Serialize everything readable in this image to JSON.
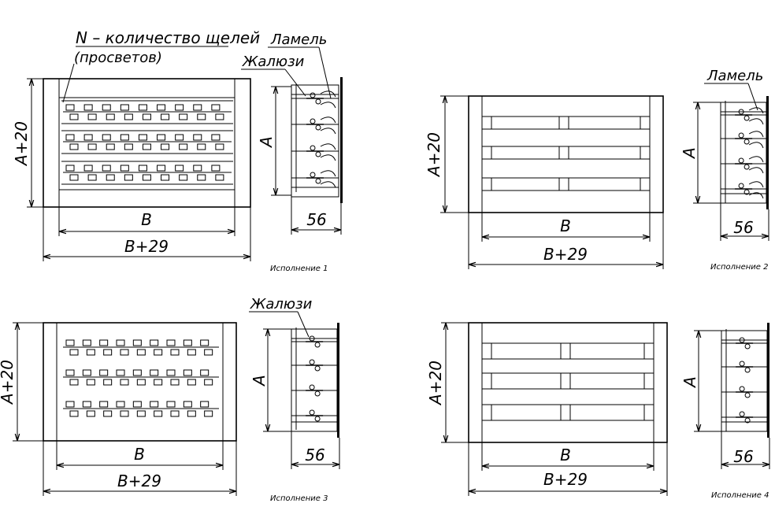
{
  "labels": {
    "slots_note_line1": "N – количество щелей",
    "slots_note_line2": "(просветов)",
    "lamella": "Ламель",
    "louver": "Жалюзи",
    "dim_height_outer": "A+20",
    "dim_height_inner": "A",
    "dim_width_inner": "B",
    "dim_width_outer": "B+29",
    "dim_depth": "56"
  },
  "variants": [
    {
      "caption": "Исполнение 1"
    },
    {
      "caption": "Исполнение 2"
    },
    {
      "caption": "Исполнение 3"
    },
    {
      "caption": "Исполнение 4"
    }
  ]
}
